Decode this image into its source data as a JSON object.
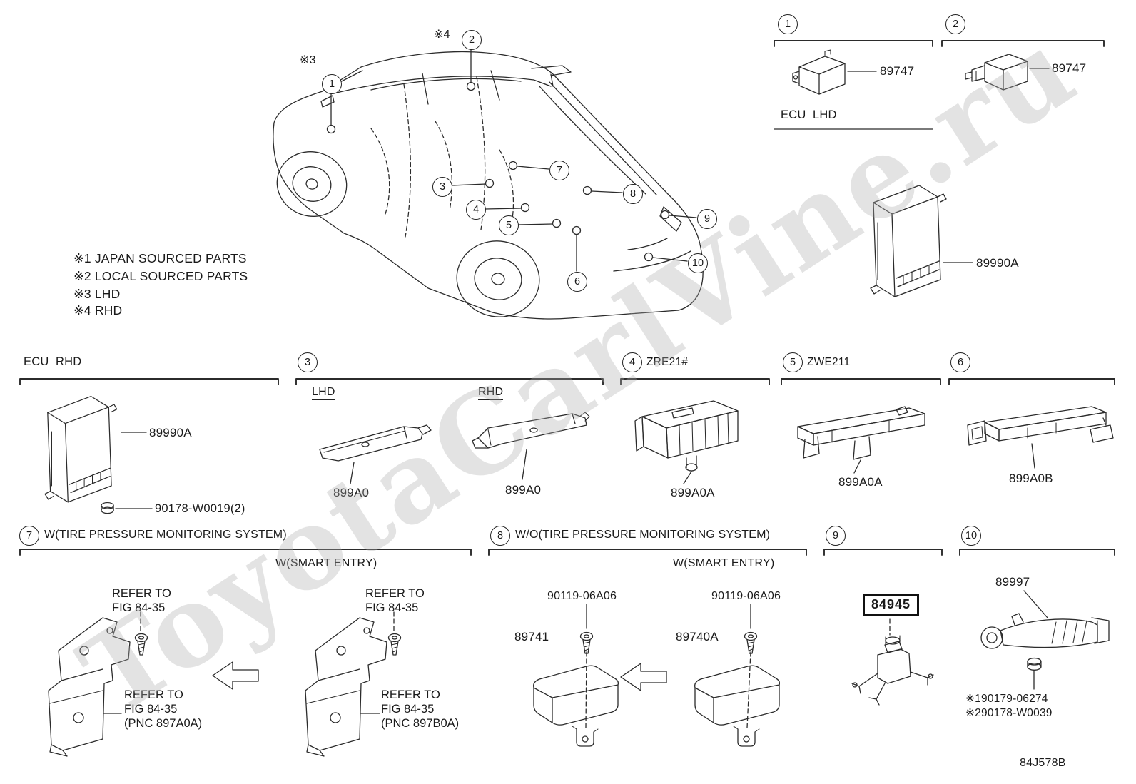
{
  "watermark": "ToyotaCarlVine.ru",
  "doc_code": "84J578B",
  "notes": [
    "※1 JAPAN SOURCED PARTS",
    "※2 LOCAL SOURCED PARTS",
    "※3 LHD",
    "※4 RHD"
  ],
  "car": {
    "ref3": "※3",
    "ref4": "※4",
    "callouts": [
      "1",
      "2",
      "3",
      "4",
      "5",
      "6",
      "7",
      "8",
      "9",
      "10"
    ]
  },
  "detail1": {
    "num": "1",
    "part": "89747",
    "caption": "ECU  LHD",
    "ecu_part": "89990A"
  },
  "detail2": {
    "num": "2",
    "part": "89747"
  },
  "ecu_rhd": {
    "title": "ECU  RHD",
    "part": "89990A",
    "fastener": "90178-W0019(2)"
  },
  "sec3": {
    "num": "3",
    "lhd_label": "LHD",
    "rhd_label": "RHD",
    "lhd_part": "899A0",
    "rhd_part": "899A0"
  },
  "sec4": {
    "num": "4",
    "model": "ZRE21#",
    "part": "899A0A"
  },
  "sec5": {
    "num": "5",
    "model": "ZWE211",
    "part": "899A0A"
  },
  "sec6": {
    "num": "6",
    "part": "899A0B"
  },
  "sec7": {
    "num": "7",
    "title": "W(TIRE PRESSURE MONITORING SYSTEM)",
    "smart_entry": "W(SMART ENTRY)",
    "refer_line1": "REFER TO",
    "refer_line2": "FIG 84-35",
    "pnc_left": "(PNC 897A0A)",
    "pnc_right": "(PNC 897B0A)"
  },
  "sec8": {
    "num": "8",
    "title": "W/O(TIRE PRESSURE MONITORING SYSTEM)",
    "smart_entry": "W(SMART ENTRY)",
    "screw_part": "90119-06A06",
    "part_left": "89741",
    "part_right": "89740A"
  },
  "sec9": {
    "num": "9",
    "part": "84945"
  },
  "sec10": {
    "num": "10",
    "part": "89997",
    "note1": "※190179-06274",
    "note2": "※290178-W0039"
  }
}
